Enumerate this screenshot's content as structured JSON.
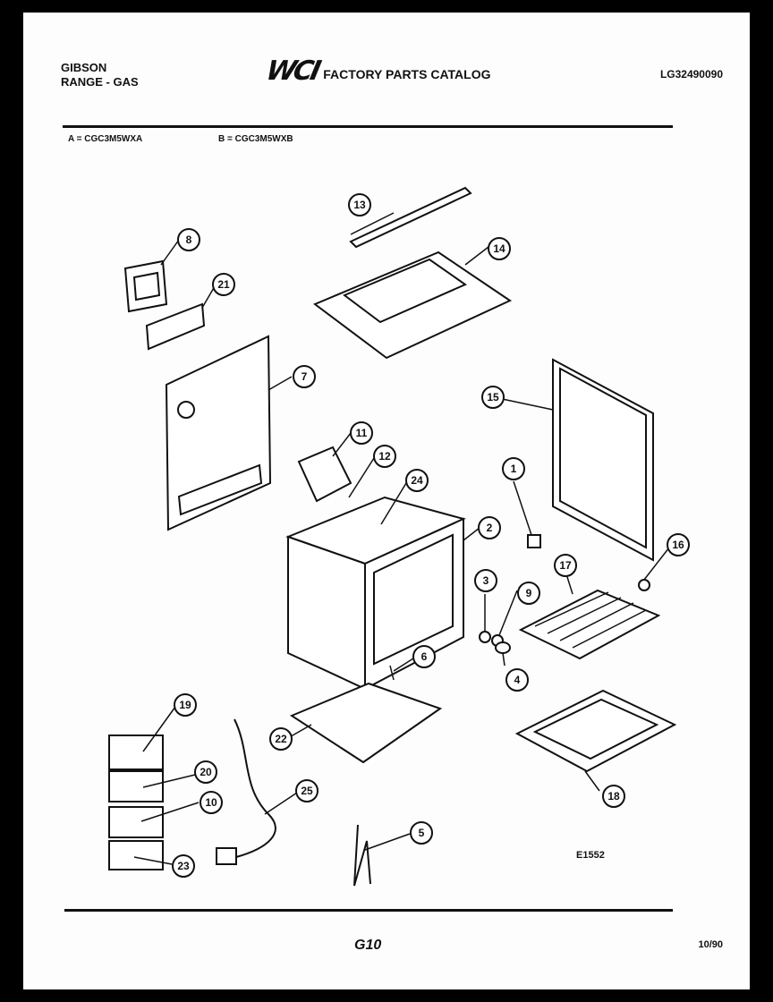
{
  "header": {
    "brand": "GIBSON",
    "product": "RANGE - GAS",
    "logo_text": "WCI",
    "catalog_title": "FACTORY PARTS CATALOG",
    "catalog_number": "LG32490090"
  },
  "models": {
    "a": "A = CGC3M5WXA",
    "b": "B = CGC3M5WXB"
  },
  "callouts": [
    "1",
    "2",
    "3",
    "4",
    "5",
    "6",
    "7",
    "8",
    "9",
    "10",
    "11",
    "12",
    "13",
    "14",
    "15",
    "16",
    "17",
    "18",
    "19",
    "20",
    "21",
    "22",
    "23",
    "24",
    "25"
  ],
  "figure_code": "E1552",
  "footer": {
    "page": "G10",
    "date": "10/90"
  }
}
